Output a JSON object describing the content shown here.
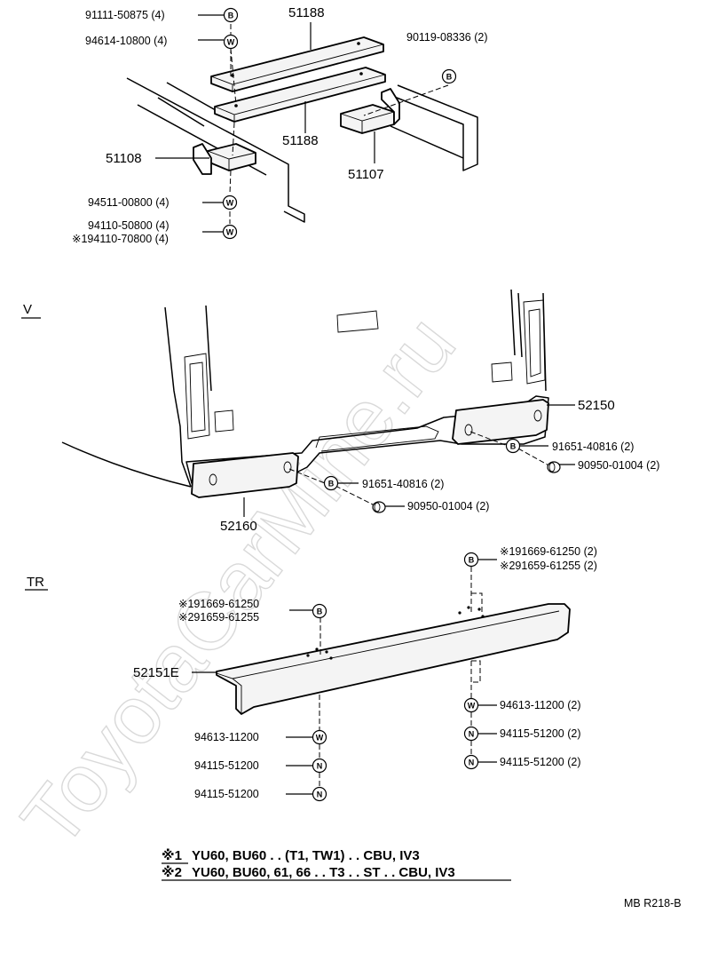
{
  "watermark": "ToyotaCarMine.ru",
  "symbols": {
    "bolt": "B",
    "washer": "W",
    "nut": "N"
  },
  "sections": {
    "v": "V",
    "tr": "TR"
  },
  "top_assembly": {
    "parts": {
      "p51188_a": "51188",
      "p51188_b": "51188",
      "p51108": "51108",
      "p51107": "51107"
    },
    "fasteners": [
      {
        "label": "91111-50875 (4)",
        "symbol": "B"
      },
      {
        "label": "94614-10800 (4)",
        "symbol": "W"
      },
      {
        "label": "90119-08336 (2)",
        "symbol": "B"
      },
      {
        "label": "94511-00800 (4)",
        "symbol": "W"
      },
      {
        "label": "94110-50800 (4)",
        "symbol": "W"
      },
      {
        "label": "※194110-70800 (4)",
        "symbol": ""
      }
    ]
  },
  "v_assembly": {
    "parts": {
      "p52150": "52150",
      "p52160": "52160"
    },
    "fasteners": [
      {
        "label": "91651-40816 (2)",
        "symbol": "B"
      },
      {
        "label": "90950-01004 (2)",
        "symbol": ""
      },
      {
        "label": "91651-40816 (2)",
        "symbol": "B"
      },
      {
        "label": "90950-01004 (2)",
        "symbol": ""
      }
    ]
  },
  "tr_assembly": {
    "parts": {
      "p52151E": "52151E"
    },
    "fasteners_left": [
      {
        "label": "※191669-61250",
        "symbol": ""
      },
      {
        "label": "※291659-61255",
        "symbol": "B"
      },
      {
        "label": "94613-11200",
        "symbol": "W"
      },
      {
        "label": "94115-51200",
        "symbol": "N"
      },
      {
        "label": "94115-51200",
        "symbol": "N"
      }
    ],
    "fasteners_right": [
      {
        "label": "※191669-61250 (2)",
        "symbol": "B"
      },
      {
        "label": "※291659-61255 (2)",
        "symbol": ""
      },
      {
        "label": "94613-11200 (2)",
        "symbol": "W"
      },
      {
        "label": "94115-51200 (2)",
        "symbol": "N"
      },
      {
        "label": "94115-51200 (2)",
        "symbol": "N"
      }
    ]
  },
  "notes": [
    {
      "mark": "※1",
      "text": "YU60, BU60 . . (T1, TW1) . . CBU, IV3"
    },
    {
      "mark": "※2",
      "text": "YU60, BU60, 61, 66 . . T3 . . ST . . CBU, IV3"
    }
  ],
  "diagram_code": "MB R218-B"
}
